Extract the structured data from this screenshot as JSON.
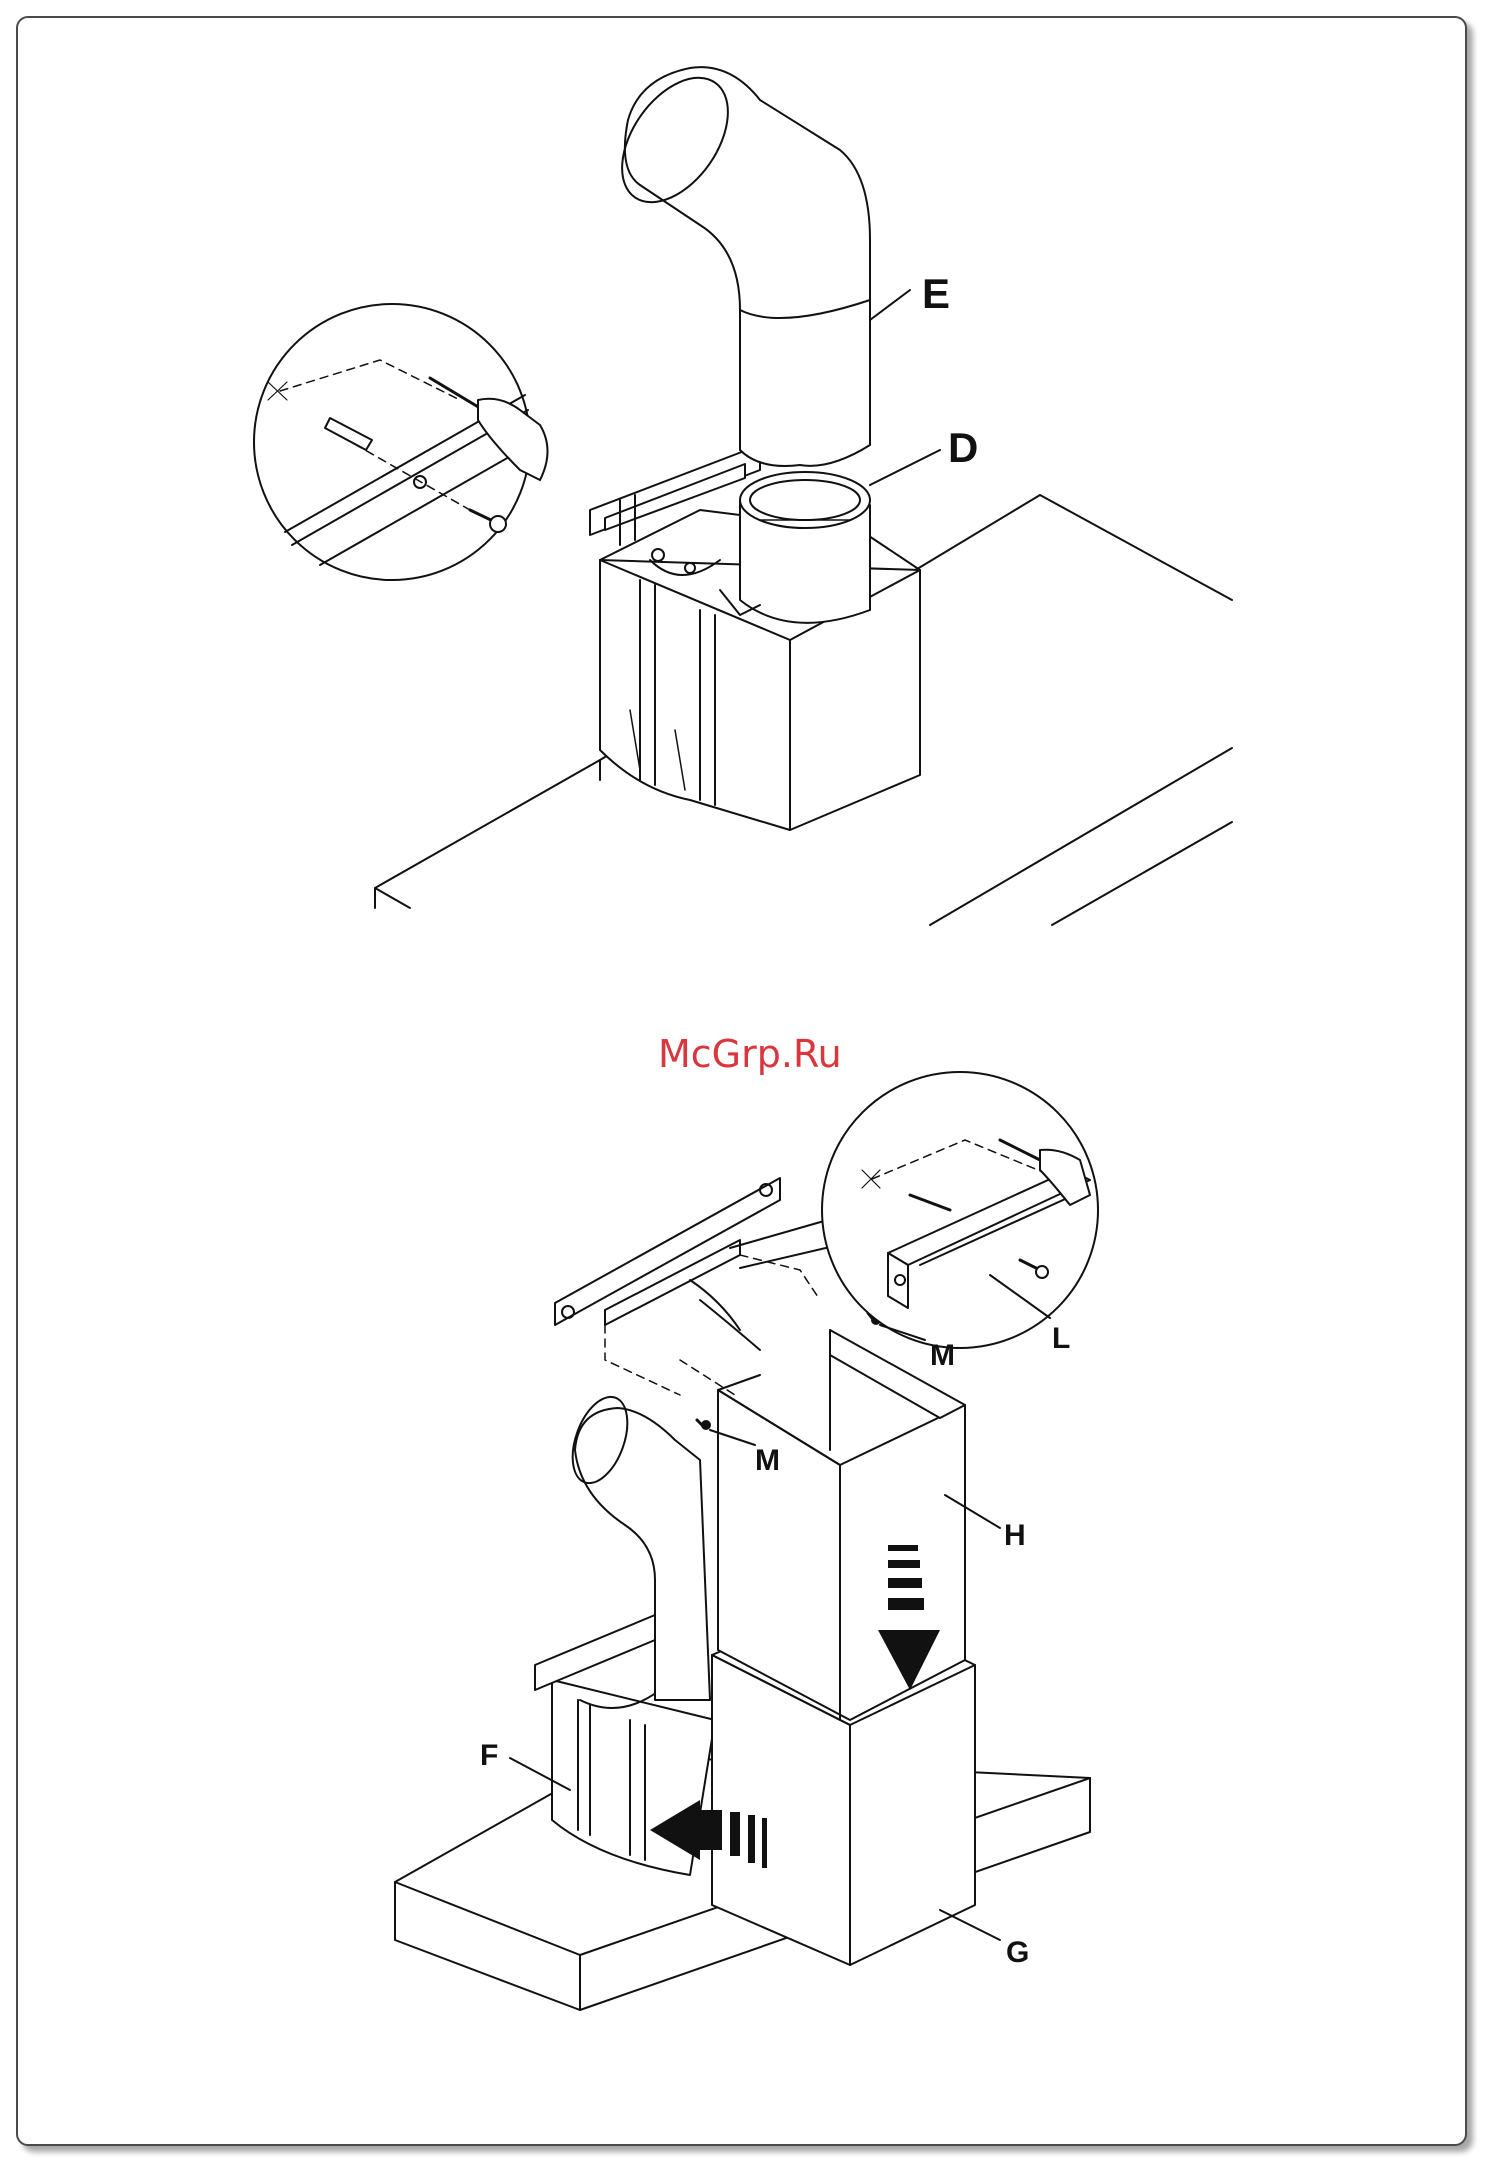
{
  "watermark": "McGrp.Ru",
  "colors": {
    "line": "#111111",
    "frame": "#4a4a4a",
    "watermark": "#d9363e"
  },
  "figure_top": {
    "labels": {
      "E": "E",
      "D": "D"
    }
  },
  "figure_bottom": {
    "labels": {
      "M1": "M",
      "M2": "M",
      "L": "L",
      "H": "H",
      "F": "F",
      "G": "G"
    }
  }
}
